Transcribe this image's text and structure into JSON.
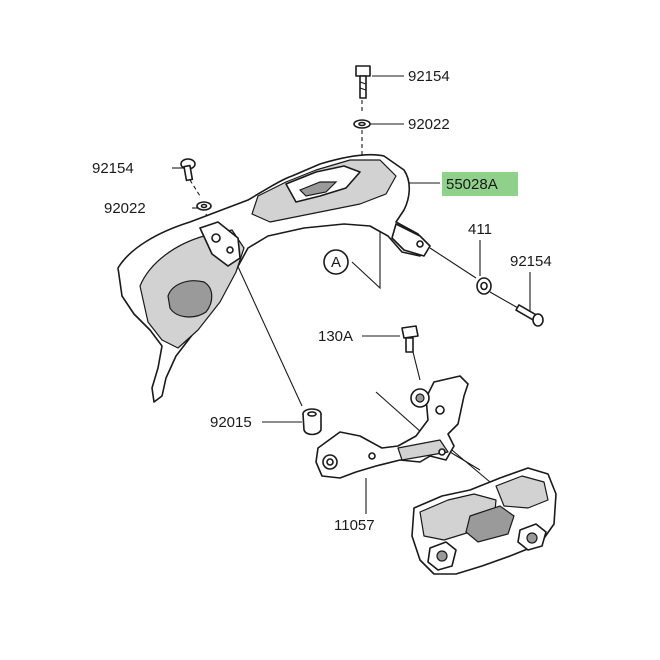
{
  "callouts": {
    "bolt_top": "92154",
    "washer_top": "92022",
    "bolt_left": "92154",
    "washer_left": "92022",
    "bracket_main": "55028A",
    "part_411": "411",
    "bolt_right": "92154",
    "bolt_130a": "130A",
    "collar": "92015",
    "stay": "11057"
  },
  "section_marker": "A",
  "colors": {
    "highlight": "#8fd18b",
    "line": "#1a1a1a"
  }
}
